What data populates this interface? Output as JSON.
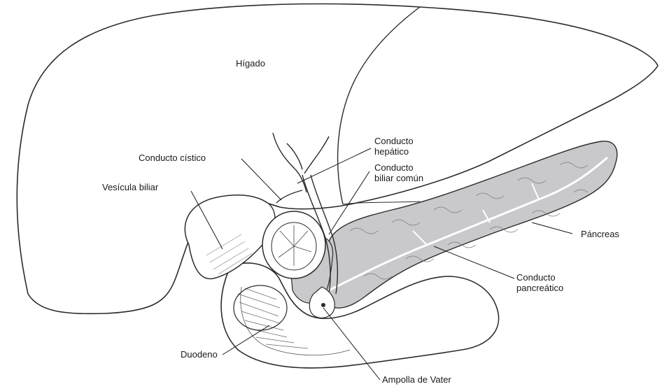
{
  "labels": {
    "liver": "Hígado",
    "hepatic_duct_l1": "Conducto",
    "hepatic_duct_l2": "hepático",
    "cystic_duct": "Conducto cístico",
    "common_bile_duct_l1": "Conducto",
    "common_bile_duct_l2": "biliar común",
    "gallbladder": "Vesícula biliar",
    "pancreas": "Páncreas",
    "pancreatic_duct_l1": "Conducto",
    "pancreatic_duct_l2": "pancreático",
    "duodenum": "Duodeno",
    "ampulla": "Ampolla de Vater"
  },
  "colors": {
    "outline": "#2b2b2b",
    "pancreas_fill": "#c9c9cc",
    "background": "#ffffff"
  }
}
